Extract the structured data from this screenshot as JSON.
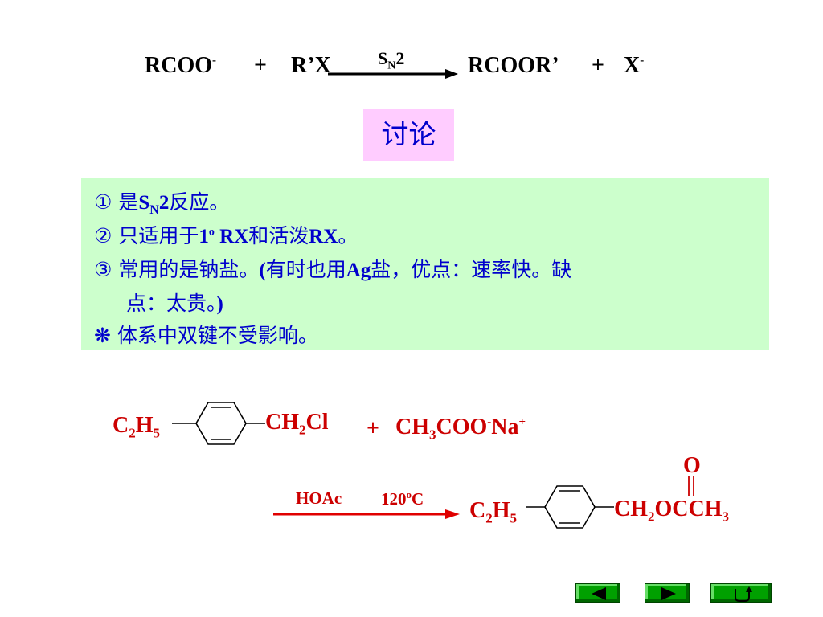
{
  "equation": {
    "reactant1": "RCOO",
    "reactant1_charge": "-",
    "plus1": "+",
    "reactant2": "R’X",
    "condition_s": "S",
    "condition_n": "N",
    "condition_2": "2",
    "product1": "RCOOR’",
    "plus2": "+",
    "product2": "X",
    "product2_charge": "-"
  },
  "discussion_label": "讨论",
  "notes": {
    "l1_prefix": "① 是",
    "l1_s": "S",
    "l1_n": "N",
    "l1_2": "2",
    "l1_suffix": "反应。",
    "l2_prefix": "② 只适用于",
    "l2_1": "1",
    "l2_o": "o",
    "l2_rx": " RX",
    "l2_mid": "和活泼",
    "l2_rx2": "RX",
    "l2_suffix": "。",
    "l3_prefix": "③ 常用的是钠盐。",
    "l3_paren": "(",
    "l3_mid": "有时也用",
    "l3_ag": "Ag",
    "l3_suffix": "盐，优点：速率快。缺",
    "l4_text": "点：太贵。",
    "l4_paren": ")",
    "l5_bullet": "❋",
    "l5_text": "体系中双键不受影响。"
  },
  "reaction2": {
    "left_group": {
      "c": "C",
      "c_sub": "2",
      "h": "H",
      "h_sub": "5"
    },
    "right_group": {
      "ch": "CH",
      "ch_sub": "2",
      "cl": "Cl"
    },
    "plus": "+",
    "reagent": {
      "ch": "CH",
      "ch_sub": "3",
      "coo": "COO",
      "coo_sup": "-",
      "na": "Na",
      "na_sup": "+"
    },
    "condition_solvent": "HOAc",
    "condition_temp": "120",
    "condition_temp_sup": "o",
    "condition_temp_unit": "C",
    "product_left": {
      "c": "C",
      "c_sub": "2",
      "h": "H",
      "h_sub": "5"
    },
    "product_right": {
      "ch": "CH",
      "ch_sub": "2",
      "occ": "OCCH",
      "occ_sub": "3"
    },
    "carbonyl_o": "O"
  },
  "colors": {
    "nav_green": "#00a000",
    "text_blue": "#0000cc",
    "text_red": "#cc0000",
    "disc_bg": "#ffccff",
    "box_bg": "#ccffcc"
  },
  "nav": {
    "prev_icon": "triangle-left-icon",
    "next_icon": "triangle-right-icon",
    "return_icon": "return-arrow-icon"
  }
}
